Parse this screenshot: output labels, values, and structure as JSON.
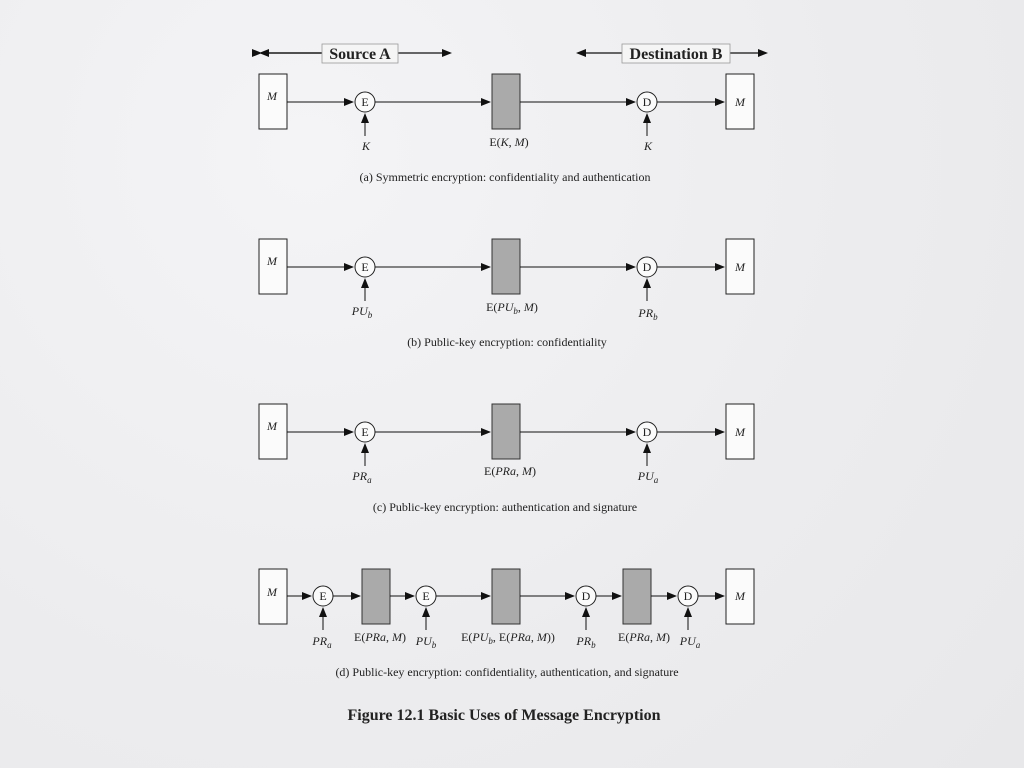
{
  "header": {
    "source": "Source A",
    "destination": "Destination B"
  },
  "common": {
    "message": "M",
    "encrypt": "E",
    "decrypt": "D"
  },
  "panels": {
    "a": {
      "caption": "(a) Symmetric encryption: confidentiality and authentication",
      "enc_key": "K",
      "dec_key": "K"
    },
    "b": {
      "caption": "(b) Public-key encryption: confidentiality"
    },
    "c": {
      "caption": "(c) Public-key encryption: authentication and signature"
    },
    "d": {
      "caption": "(d) Public-key encryption: confidentiality, authentication, and signature"
    }
  },
  "figure_title": "Figure 12.1  Basic Uses of Message Encryption"
}
